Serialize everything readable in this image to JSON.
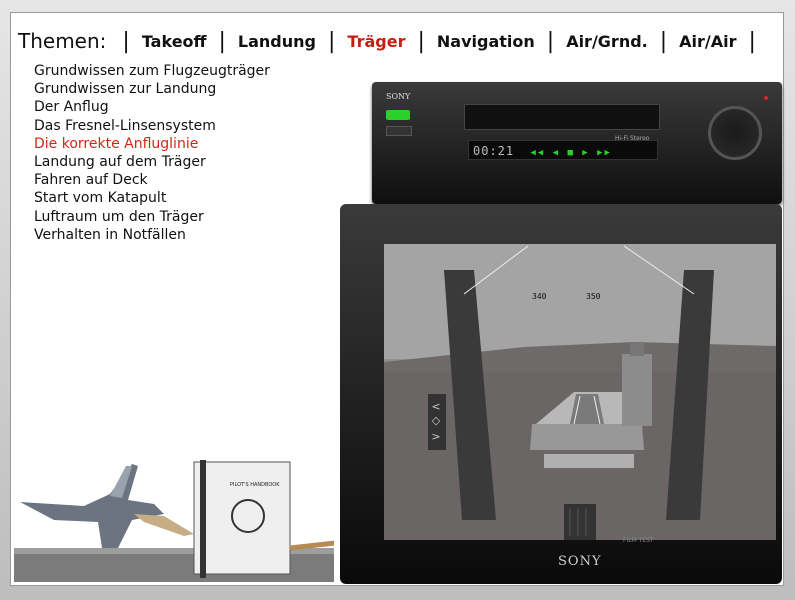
{
  "nav": {
    "title": "Themen:",
    "tabs": [
      {
        "label": "Takeoff"
      },
      {
        "label": "Landung"
      },
      {
        "label": "Träger"
      },
      {
        "label": "Navigation"
      },
      {
        "label": "Air/Grnd."
      },
      {
        "label": "Air/Air"
      }
    ],
    "active_tab": "Träger"
  },
  "topics": [
    {
      "label": "Grundwissen zum Flugzeugträger"
    },
    {
      "label": "Grundwissen zur Landung"
    },
    {
      "label": "Der Anflug"
    },
    {
      "label": "Das Fresnel-Linsensystem"
    },
    {
      "label": "Die korrekte Anfluglinie"
    },
    {
      "label": "Landung auf dem Träger"
    },
    {
      "label": "Fahren auf Deck"
    },
    {
      "label": "Start vom Katapult"
    },
    {
      "label": "Luftraum um den Träger"
    },
    {
      "label": "Verhalten in Notfällen"
    }
  ],
  "active_topic": "Die korrekte Anfluglinie",
  "vcr": {
    "brand": "SONY",
    "display": "Hi-Fi Stereo",
    "time": "00:21"
  },
  "tv": {
    "brand": "SONY",
    "label": "FILM TEST",
    "hud": {
      "left_heading": "340",
      "right_heading": "350"
    }
  },
  "binder": {
    "title": "PILOT'S HANDBOOK"
  },
  "colors": {
    "accent": "#c81e12",
    "text": "#111111",
    "panel": "#ffffff",
    "led_green": "#29d12b"
  }
}
